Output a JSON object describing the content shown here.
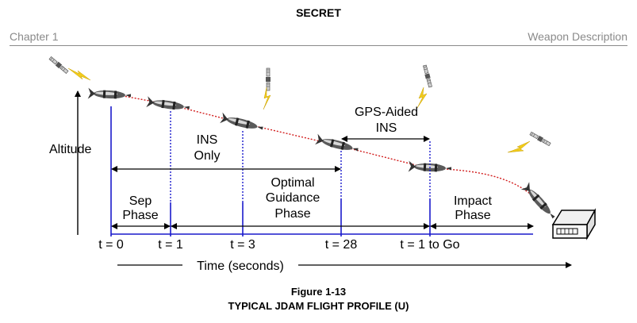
{
  "header": {
    "classification": "SECRET",
    "chapter": "Chapter 1",
    "section": "Weapon Description"
  },
  "diagram": {
    "y_axis_label": "Altitude",
    "x_axis_label": "Time (seconds)",
    "ins_label_1": "INS",
    "ins_label_2": "Only",
    "gps_label_1": "GPS-Aided",
    "gps_label_2": "INS",
    "phases": {
      "sep_1": "Sep",
      "sep_2": "Phase",
      "opt_1": "Optimal",
      "opt_2": "Guidance",
      "opt_3": "Phase",
      "imp_1": "Impact",
      "imp_2": "Phase"
    },
    "time_marks": [
      "t = 0",
      "t = 1",
      "t = 3",
      "t = 28",
      "t = 1 to Go"
    ],
    "colors": {
      "marker_line": "#1a1acc",
      "trajectory": "#d21e1e",
      "lightning": "#f2cc1c"
    }
  },
  "figure": {
    "number": "Figure 1-13",
    "caption": "TYPICAL JDAM FLIGHT PROFILE (U)"
  }
}
